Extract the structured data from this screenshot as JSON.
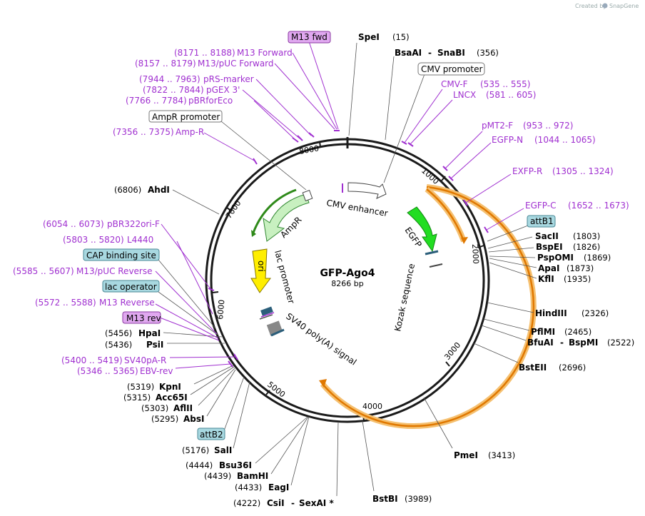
{
  "credit": {
    "prefix": "Created by",
    "brand": "SnapGene"
  },
  "plasmid": {
    "name": "GFP-Ago4",
    "length": "8266 bp"
  },
  "ticks": [
    "1000",
    "2000",
    "3000",
    "4000",
    "5000",
    "6000",
    "7000",
    "8000"
  ],
  "features": {
    "cmv_enhancer": "CMV enhancer",
    "egfp": "EGFP",
    "kozak": "Kozak sequence",
    "sv40": "SV40 poly(A) signal",
    "lac_promoter": "lac promoter",
    "ori": "ori",
    "ampr": "AmpR"
  },
  "labels": {
    "m13_fwd_box": "M13 fwd",
    "spei": "SpeI",
    "spei_pos": "(15)",
    "bsaai": "BsaAI",
    "dash1": "-",
    "snabi": "SnaBI",
    "bsaai_pos": "(356)",
    "cmv_promoter_box": "CMV promoter",
    "cmvf": "CMV-F",
    "cmvf_pos": "(535 .. 555)",
    "lncx": "LNCX",
    "lncx_pos": "(581 .. 605)",
    "pmt2f": "pMT2-F",
    "pmt2f_pos": "(953 .. 972)",
    "egfpn": "EGFP-N",
    "egfpn_pos": "(1044 .. 1065)",
    "exfpr": "EXFP-R",
    "exfpr_pos": "(1305 .. 1324)",
    "egfpc": "EGFP-C",
    "egfpc_pos": "(1652 .. 1673)",
    "attb1_box": "attB1",
    "sacii": "SacII",
    "sacii_pos": "(1803)",
    "bspei": "BspEI",
    "bspei_pos": "(1826)",
    "psppomi": "PspOMI",
    "psppomi_pos": "(1869)",
    "apai": "ApaI",
    "apai_pos": "(1873)",
    "kfli": "KflI",
    "kfli_pos": "(1935)",
    "hindiii": "HindIII",
    "hindiii_pos": "(2326)",
    "pflmi": "PflMI",
    "pflmi_pos": "(2465)",
    "bfuai": "BfuAI",
    "dash2": "-",
    "bspmi": "BspMI",
    "bfuai_pos": "(2522)",
    "bsteii": "BstEII",
    "bsteii_pos": "(2696)",
    "pmei": "PmeI",
    "pmei_pos": "(3413)",
    "bstbi": "BstBI",
    "bstbi_pos": "(3989)",
    "csii_pos": "(4222)",
    "csii": "CsiI",
    "dash3": "-",
    "sexai": "SexAI *",
    "eagi_pos": "(4433)",
    "eagi": "EagI",
    "bamhi_pos": "(4439)",
    "bamhi": "BamHI",
    "bsu36i_pos": "(4444)",
    "bsu36i": "Bsu36I",
    "sali_pos": "(5176)",
    "sali": "SalI",
    "attb2_box": "attB2",
    "absi_pos": "(5295)",
    "absi": "AbsI",
    "aflii_pos": "(5303)",
    "aflii": "AflII",
    "acc65i_pos": "(5315)",
    "acc65i": "Acc65I",
    "kpni_pos": "(5319)",
    "kpni": "KpnI",
    "ebvrev_pos": "(5346 .. 5365)",
    "ebvrev": "EBV-rev",
    "sv40par_pos": "(5400 .. 5419)",
    "sv40par": "SV40pA-R",
    "psii_pos": "(5436)",
    "psii": "PsiI",
    "hpai_pos": "(5456)",
    "hpai": "HpaI",
    "m13rev_box": "M13 rev",
    "m13reverse_pos": "(5572 .. 5588)",
    "m13reverse": "M13 Reverse",
    "lacop_box": "lac operator",
    "m13pucrev_pos": "(5585 .. 5607)",
    "m13pucrev": "M13/pUC Reverse",
    "cap_box": "CAP binding site",
    "l4440_pos": "(5803 .. 5820)",
    "l4440": "L4440",
    "pbr322_pos": "(6054 .. 6073)",
    "pbr322": "pBR322ori-F",
    "ahdi_pos": "(6806)",
    "ahdi": "AhdI",
    "ampr_pos": "(7356 .. 7375)",
    "ampr_primer": "Amp-R",
    "ampr_promoter_box": "AmpR promoter",
    "pbrforeco_pos": "(7766 .. 7784)",
    "pbrforeco": "pBRforEco",
    "pgex3_pos": "(7822 .. 7844)",
    "pgex3": "pGEX 3'",
    "prs_pos": "(7944 .. 7963)",
    "prs": "pRS-marker",
    "m13pucfwd_pos": "(8157 .. 8179)",
    "m13pucfwd": "M13/pUC Forward",
    "m13forward_pos": "(8171 .. 8188)",
    "m13forward": "M13 Forward"
  },
  "colors": {
    "primer": "#a030d0",
    "primer_box": "#e0a8f0",
    "feature_box": "#a8d8e0",
    "egfp": "#22dd22",
    "ampr": "#c8f0c0",
    "ori": "#ffee00",
    "orf": "#f5a000",
    "backbone": "#1a1a1a"
  }
}
